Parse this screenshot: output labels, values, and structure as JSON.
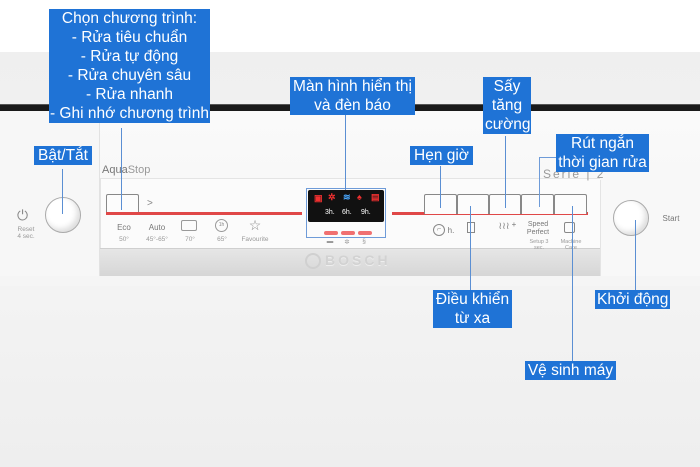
{
  "appliance": {
    "brand": "BOSCH",
    "series_badge": "Serie | 2",
    "aquastop": {
      "prefix": "Aqua",
      "suffix": "Stop"
    },
    "power": {
      "reset_label": "Reset",
      "reset_sub": "4 sec."
    },
    "start_label": "Start",
    "programs": [
      {
        "name": "Eco",
        "temp": "50°"
      },
      {
        "name": "Auto",
        "temp": "45°-65°"
      },
      {
        "icon": "pot-icon",
        "temp": "70°"
      },
      {
        "icon": "one-hour-icon",
        "glyph": "1h",
        "temp": "65°"
      },
      {
        "icon": "star-icon",
        "glyph": "☆",
        "temp": "Favourite"
      }
    ],
    "display": {
      "delays": [
        "3h.",
        "6h.",
        "9h."
      ],
      "colors": {
        "red": "#f03030",
        "wifi": "#4aa8ff"
      }
    },
    "options": [
      {
        "name": "timer",
        "label": "h."
      },
      {
        "name": "remote",
        "label": ""
      },
      {
        "name": "extra-dry",
        "label": "+"
      },
      {
        "name": "speed-perfect",
        "label": "Speed Perfect",
        "sub": "Setup 3 sec."
      },
      {
        "name": "machine-care",
        "label": "",
        "sub": "Machine Care"
      }
    ],
    "chevron": ">"
  },
  "callouts": {
    "programs": {
      "title": "Chọn chương trình:",
      "items": [
        "- Rửa tiêu chuẩn",
        "- Rửa tự động",
        "- Rửa chuyên sâu",
        "- Rửa nhanh",
        "- Ghi nhớ chương trình"
      ]
    },
    "power": "Bật/Tắt",
    "display": [
      "Màn hình hiển thị",
      "và đèn báo"
    ],
    "extra_dry": [
      "Sấy",
      "tăng",
      "cường"
    ],
    "timer": "Hẹn giờ",
    "speed": [
      "Rút ngắn",
      "thời gian rửa"
    ],
    "remote": [
      "Điều khiển",
      "từ xa"
    ],
    "start": "Khởi động",
    "machine_care": "Vệ sinh máy"
  },
  "colors": {
    "callout_bg": "#1f73d6",
    "accent_red": "#e04848"
  }
}
